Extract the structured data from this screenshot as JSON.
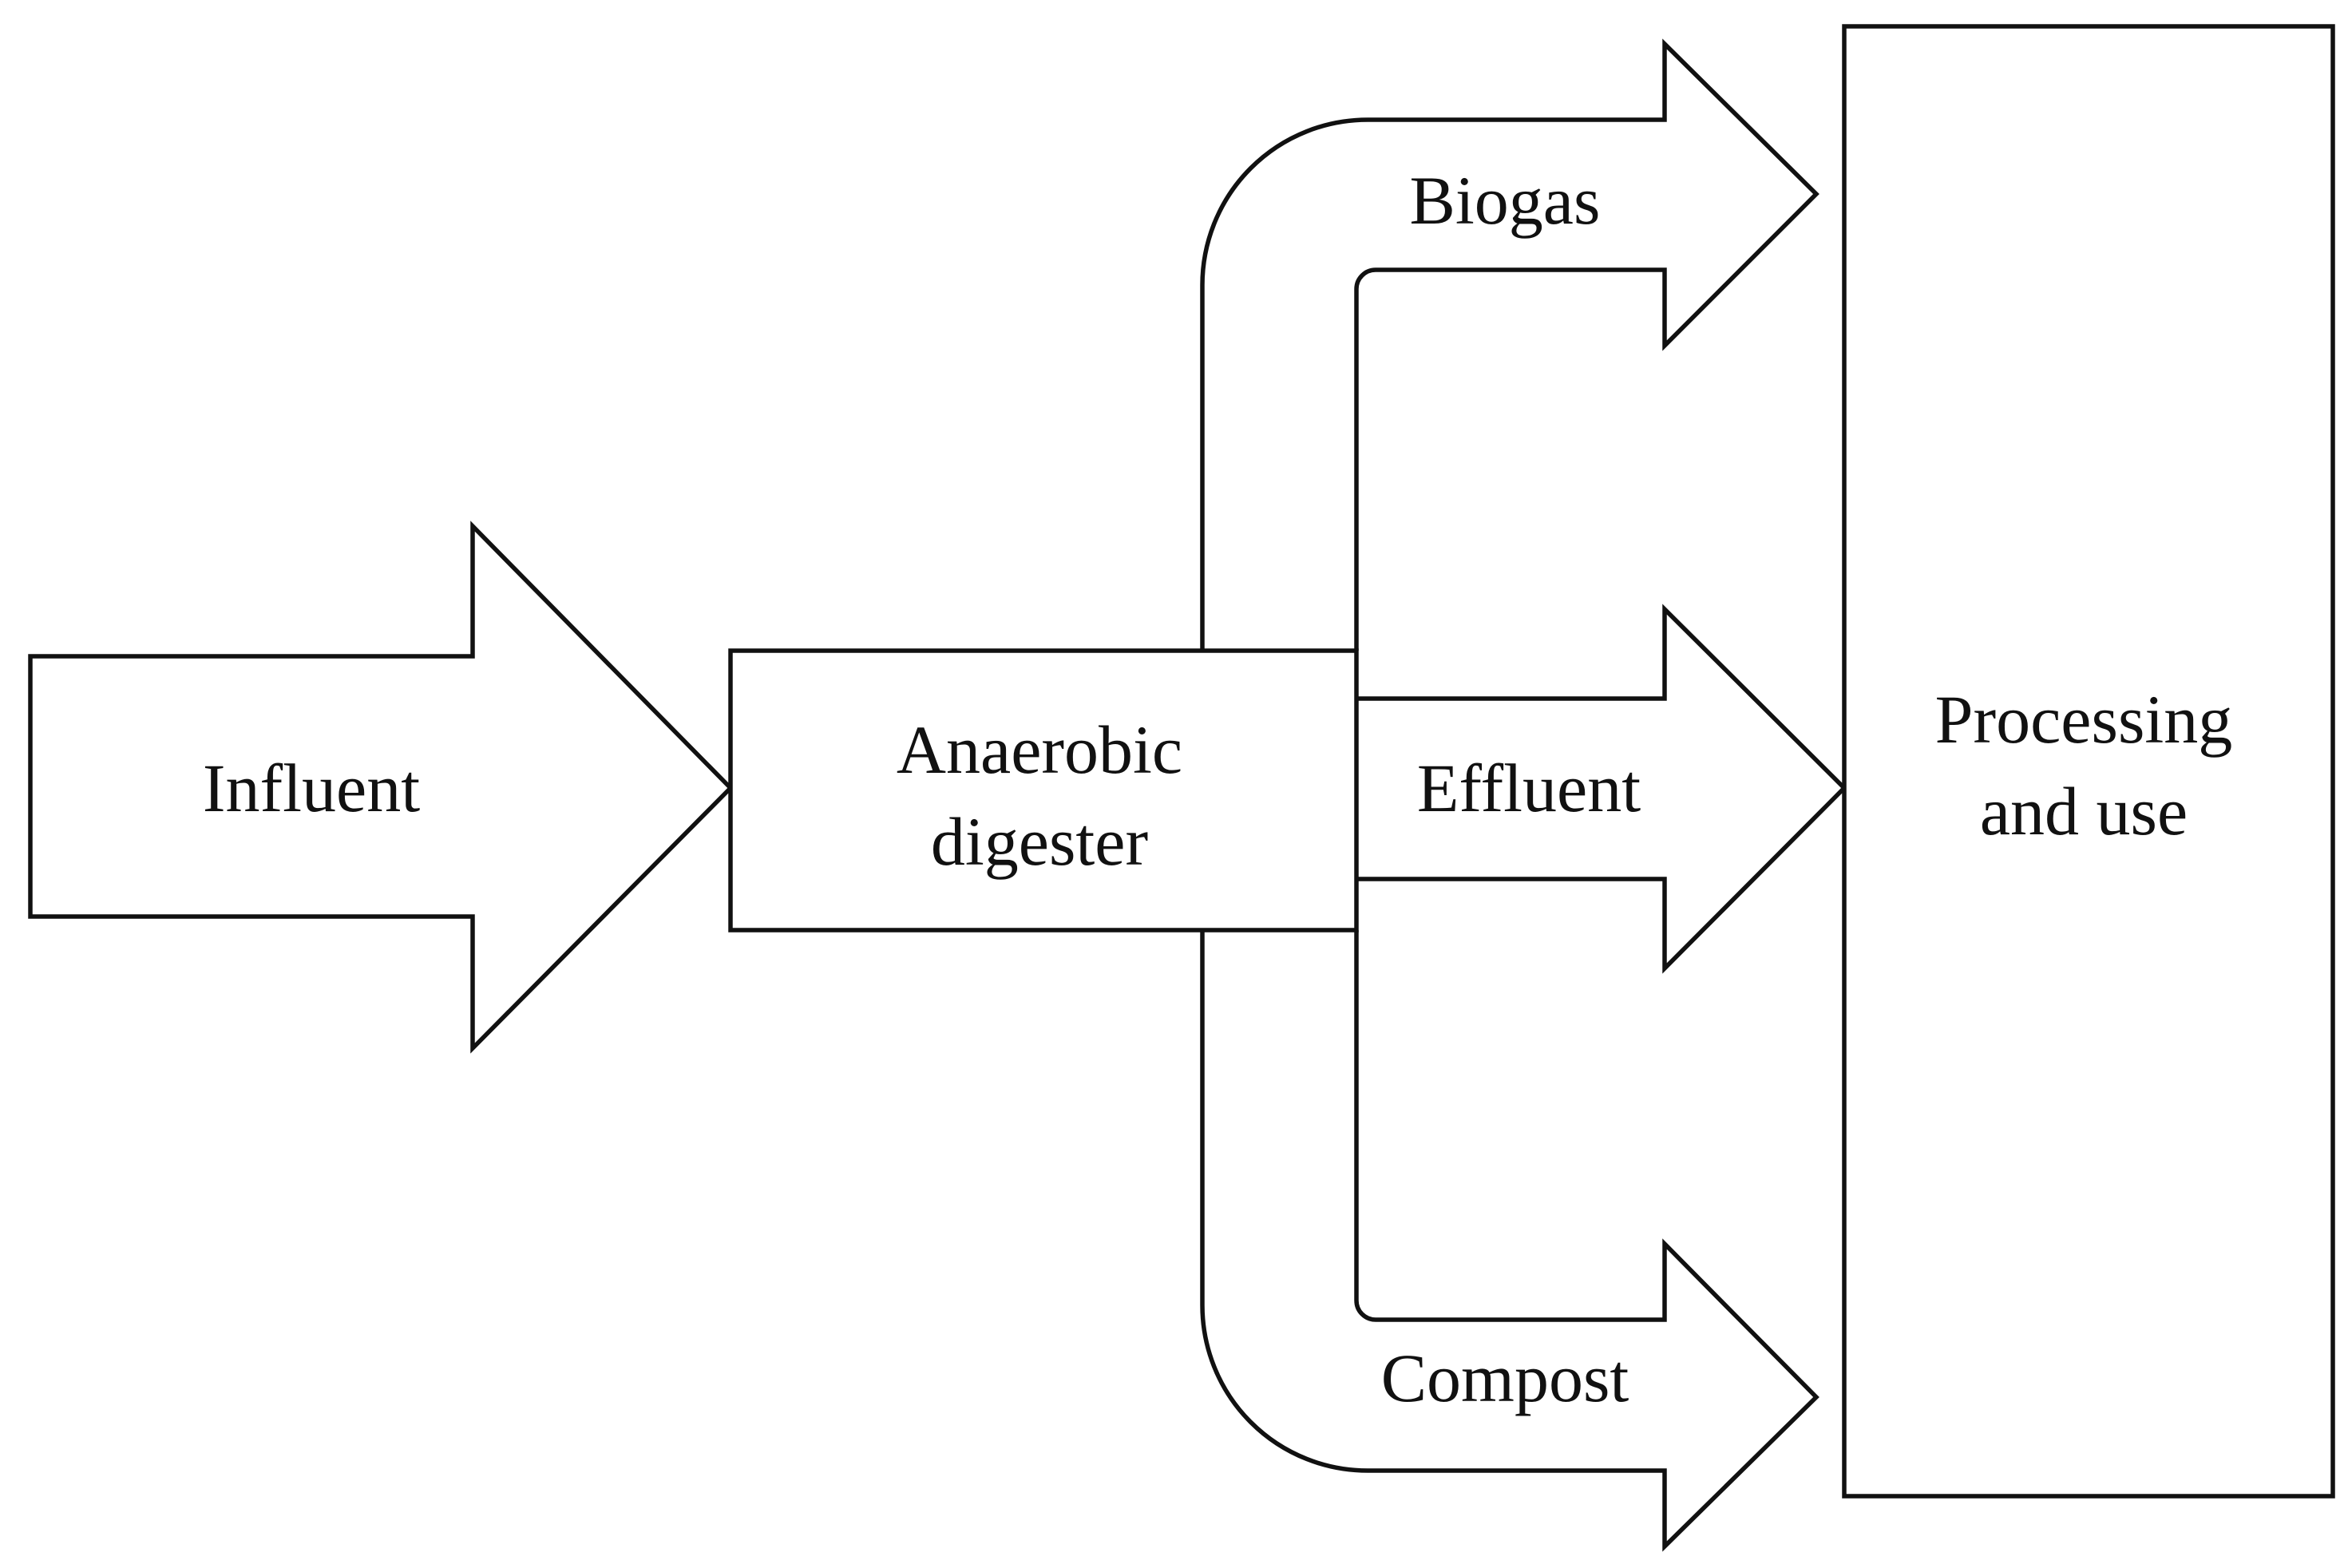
{
  "diagram": {
    "influent": "Influent",
    "digester_line1": "Anaerobic",
    "digester_line2": "digester",
    "biogas": "Biogas",
    "effluent": "Effluent",
    "compost": "Compost",
    "processing_line1": "Processing",
    "processing_line2": "and use"
  },
  "colors": {
    "stroke": "#111111",
    "fill": "#ffffff",
    "background": "#ffffff"
  }
}
